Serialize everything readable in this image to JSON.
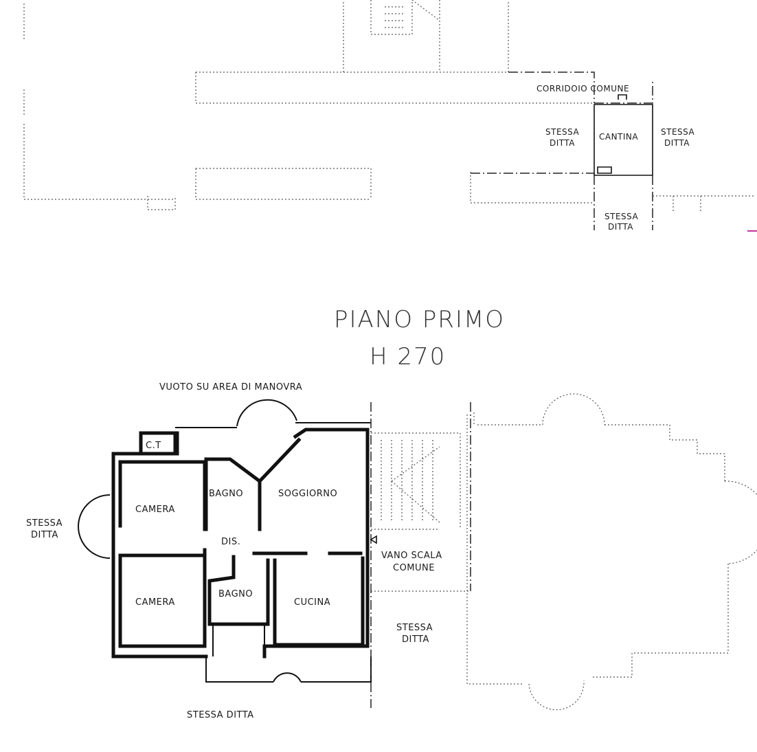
{
  "basement": {
    "corridor_label": "CORRIDOIO COMUNE",
    "cantina_label": "CANTINA",
    "same_owner_left": [
      "STESSA",
      "DITTA"
    ],
    "same_owner_right": [
      "STESSA",
      "DITTA"
    ],
    "same_owner_bottom": [
      "STESSA",
      "DITTA"
    ]
  },
  "floor_title": {
    "name": "PIANO PRIMO",
    "height": "H  270"
  },
  "first_floor": {
    "top_label": "VUOTO SU AREA DI MANOVRA",
    "ct_label": "C.T",
    "left_label": [
      "STESSA",
      "DITTA"
    ],
    "bottom_label": "STESSA DITTA",
    "stair_label": [
      "VANO SCALA",
      "COMUNE"
    ],
    "right_label": [
      "STESSA",
      "DITTA"
    ],
    "rooms": {
      "camera_top": "CAMERA",
      "camera_bottom": "CAMERA",
      "bagno_top": "BAGNO",
      "bagno_bottom": "BAGNO",
      "soggiorno": "SOGGIORNO",
      "dis": "DIS.",
      "cucina": "CUCINA"
    }
  }
}
